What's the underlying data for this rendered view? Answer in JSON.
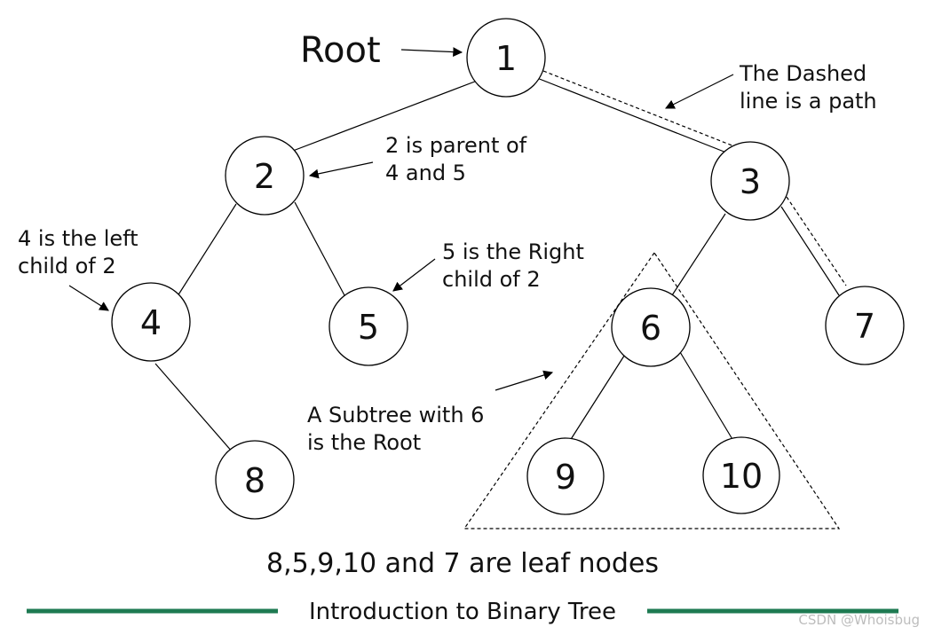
{
  "diagram": {
    "root_label": "Root",
    "nodes": [
      "1",
      "2",
      "3",
      "4",
      "5",
      "6",
      "7",
      "8",
      "9",
      "10"
    ],
    "annotations": {
      "dashed_path": [
        "The Dashed",
        "line is a path"
      ],
      "parent": [
        "2 is parent of",
        "4 and 5"
      ],
      "left_child": [
        "4 is the left",
        "child of 2"
      ],
      "right_child": [
        "5 is the Right",
        "child of 2"
      ],
      "subtree": [
        "A Subtree with 6",
        "is the Root"
      ]
    },
    "leaf_note": "8,5,9,10 and 7 are leaf nodes",
    "footer_title": "Introduction to Binary Tree",
    "watermark": "CSDN @Whoisbug",
    "colors": {
      "footer_line": "#1e7a52",
      "stroke": "#000000",
      "text": "#111111"
    }
  }
}
